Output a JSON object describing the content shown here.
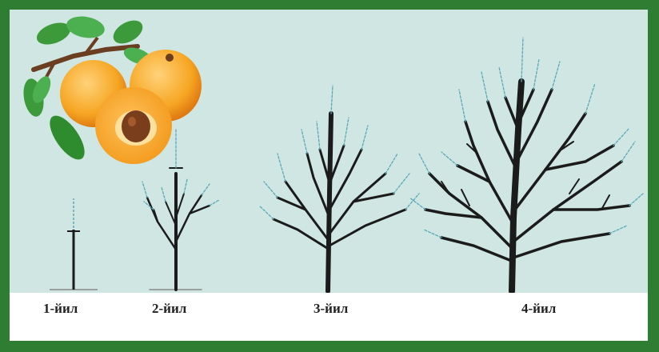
{
  "stages": [
    {
      "label": "1-йил"
    },
    {
      "label": "2-йил"
    },
    {
      "label": "3-йил"
    },
    {
      "label": "4-йил"
    }
  ],
  "colors": {
    "frame": "#2f7d32",
    "background": "#cfe6e2",
    "trunk": "#1b1b1b",
    "cut_marks": "#5aa9b8",
    "fruit": "#f6a623",
    "leaf": "#3c9a3a"
  },
  "icons": [
    "apricot-branch-icon",
    "tree-year1-icon",
    "tree-year2-icon",
    "tree-year3-icon",
    "tree-year4-icon"
  ]
}
